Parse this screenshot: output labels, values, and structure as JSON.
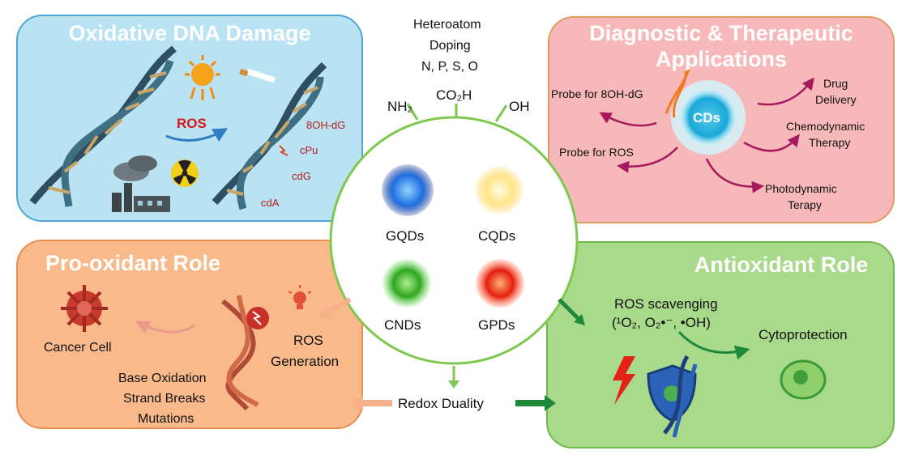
{
  "panels": {
    "oxidative": {
      "title": "Oxidative DNA Damage",
      "ros": "ROS",
      "lesions": [
        "8OH-dG",
        "cPu",
        "cdG",
        "cdA"
      ]
    },
    "diagnostic": {
      "title_line1": "Diagnostic & Therapeutic",
      "title_line2": "Applications",
      "cds": "CDs",
      "probe_8ohdg": "Probe for 8OH-dG",
      "probe_ros": "Probe for ROS",
      "drug_1": "Drug",
      "drug_2": "Delivery",
      "chemo_1": "Chemodynamic",
      "chemo_2": "Therapy",
      "photo_1": "Photodynamic",
      "photo_2": "Terapy"
    },
    "prooxidant": {
      "title": "Pro-oxidant Role",
      "cancer_cell": "Cancer Cell",
      "ros_gen_1": "ROS",
      "ros_gen_2": "Generation",
      "effects": [
        "Base Oxidation",
        "Strand Breaks",
        "Mutations"
      ]
    },
    "antioxidant": {
      "title": "Antioxidant Role",
      "ros_scavenging": "ROS scavenging",
      "species": "(¹O₂, O₂•⁻, •OH)",
      "cytoprotection": "Cytoprotection"
    }
  },
  "center": {
    "doping_1": "Heteroatom",
    "doping_2": "Doping",
    "doping_3": "N, P, S, O",
    "groups": [
      "NH₂",
      "CO₂H",
      "OH"
    ],
    "dots": [
      "GQDs",
      "CQDs",
      "CNDs",
      "GPDs"
    ],
    "redox": "Redox Duality"
  },
  "colors": {
    "accent_green": "#7ec850",
    "arrow_magenta": "#a8185e",
    "oxid_bg": "#b9e2f3",
    "diag_bg": "#f6b8b8",
    "pro_bg": "#f9b98a",
    "anti_bg": "#a9d98a"
  }
}
